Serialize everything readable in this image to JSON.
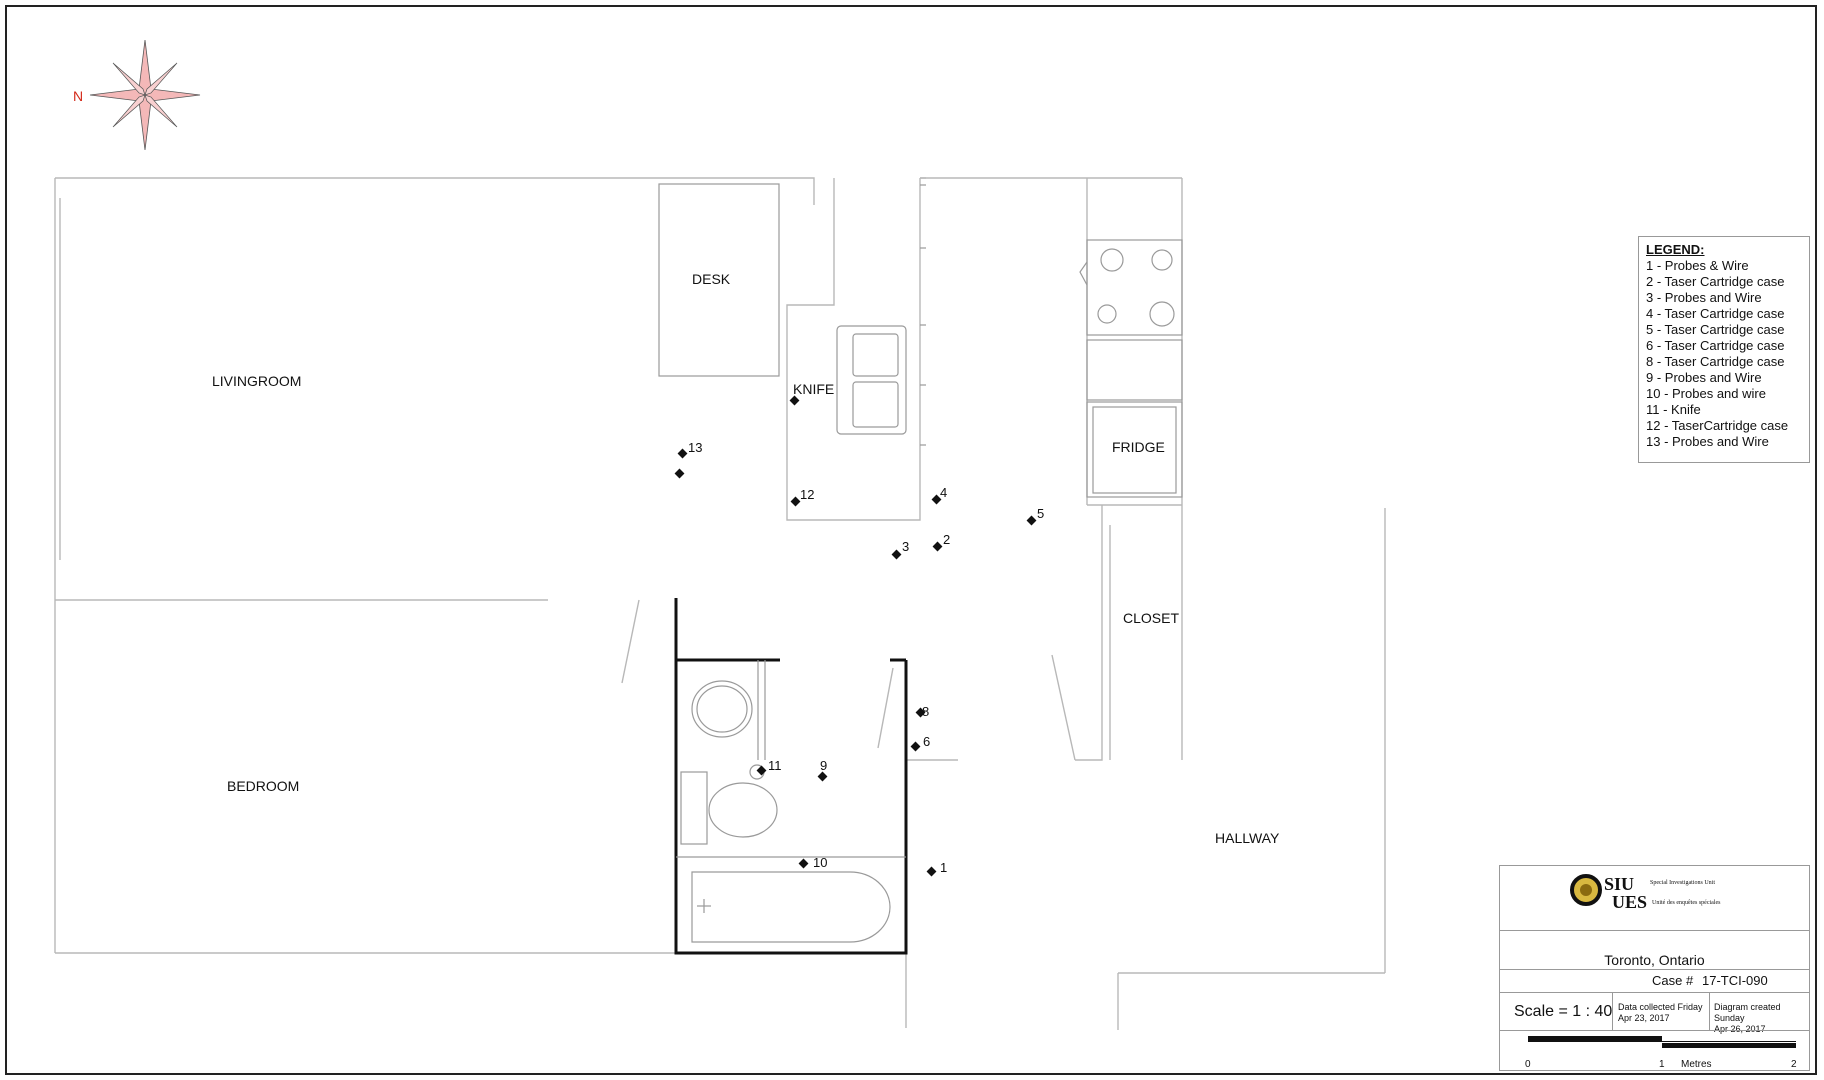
{
  "rooms": {
    "living_room": "LIVINGROOM",
    "bedroom": "BEDROOM",
    "desk": "DESK",
    "knife": "KNIFE",
    "fridge": "FRIDGE",
    "closet": "CLOSET",
    "hallway": "HALLWAY"
  },
  "compass": {
    "north_label": "N"
  },
  "markers": [
    {
      "id": "1",
      "label": "1"
    },
    {
      "id": "2",
      "label": "2"
    },
    {
      "id": "3",
      "label": "3"
    },
    {
      "id": "4",
      "label": "4"
    },
    {
      "id": "5",
      "label": "5"
    },
    {
      "id": "6",
      "label": "6"
    },
    {
      "id": "8",
      "label": "8"
    },
    {
      "id": "9",
      "label": "9"
    },
    {
      "id": "10",
      "label": "10"
    },
    {
      "id": "11",
      "label": "11"
    },
    {
      "id": "12",
      "label": "12"
    },
    {
      "id": "13",
      "label": "13"
    }
  ],
  "legend": {
    "title": "LEGEND:",
    "items": [
      "1 - Probes & Wire",
      "2 - Taser Cartridge case",
      "3 - Probes and Wire",
      "4 - Taser Cartridge case",
      "5 - Taser Cartridge case",
      "6 - Taser Cartridge case",
      "8 - Taser Cartridge case",
      "9 - Probes and Wire",
      "10 - Probes and wire",
      "11 - Knife",
      "12 - TaserCartridge case",
      "13 - Probes and Wire"
    ]
  },
  "title_block": {
    "logo": {
      "siu": "SIU",
      "ues": "UES",
      "siu_full": "Special Investigations Unit",
      "ues_full": "Unité des enquêtes spéciales"
    },
    "location": "Toronto, Ontario",
    "case_label": "Case #",
    "case_number": "17-TCI-090",
    "scale_label": "Scale =",
    "scale_value": "1 : 40",
    "collected_line1": "Data collected Friday",
    "collected_line2": "Apr 23, 2017",
    "created_line1": "Diagram created Sunday",
    "created_line2": "Apr 26, 2017",
    "scalebar": {
      "tick_0": "0",
      "tick_1": "1",
      "tick_2": "2",
      "unit": "Metres"
    }
  }
}
